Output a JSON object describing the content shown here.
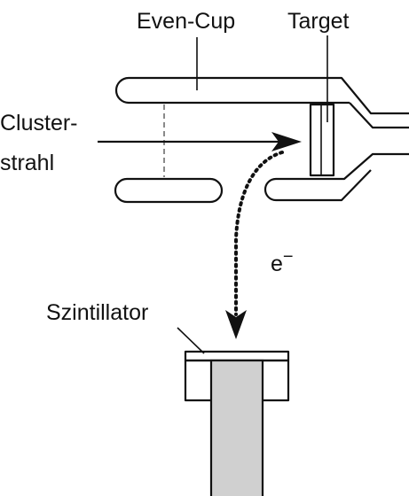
{
  "labels": {
    "even_cup": "Even-Cup",
    "target": "Target",
    "cluster_line1": "Cluster-",
    "cluster_line2": "strahl",
    "electron": "e",
    "electron_superscript": "−",
    "scintillator": "Szintillator"
  },
  "colors": {
    "line": "#111111",
    "background": "#ffffff",
    "scintillator_body": "#d0d0d0",
    "mesh_dash": "#8a8a8a"
  }
}
